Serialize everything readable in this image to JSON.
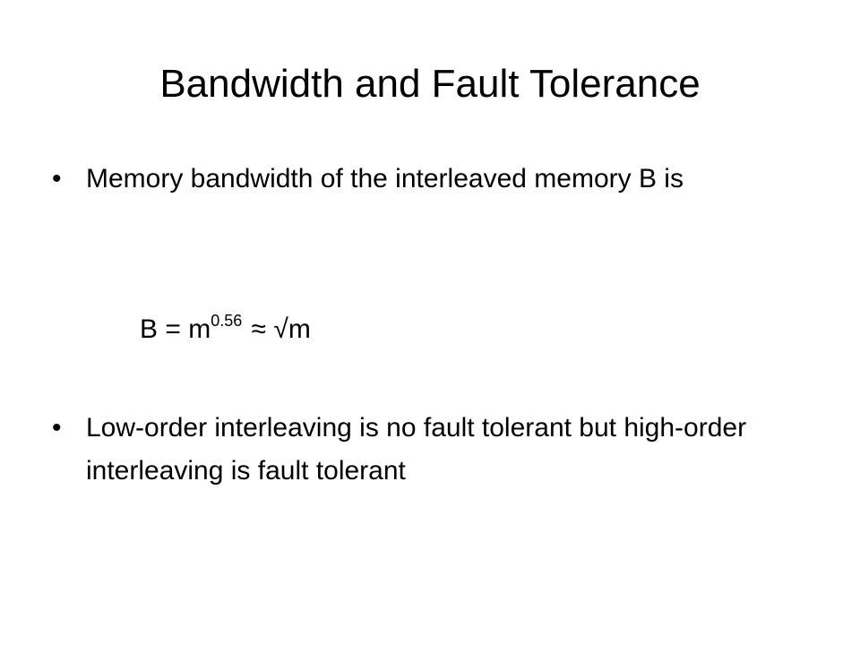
{
  "slide": {
    "title": "Bandwidth and Fault Tolerance",
    "bullets": [
      {
        "marker": "•",
        "text": "Memory bandwidth of the interleaved memory B is"
      },
      {
        "marker": "•",
        "text": "Low-order interleaving is no fault tolerant but high-order interleaving is fault tolerant"
      }
    ],
    "formula": {
      "lhs": "B = m",
      "exponent": "0.56",
      "rhs": " ≈ √m"
    }
  }
}
